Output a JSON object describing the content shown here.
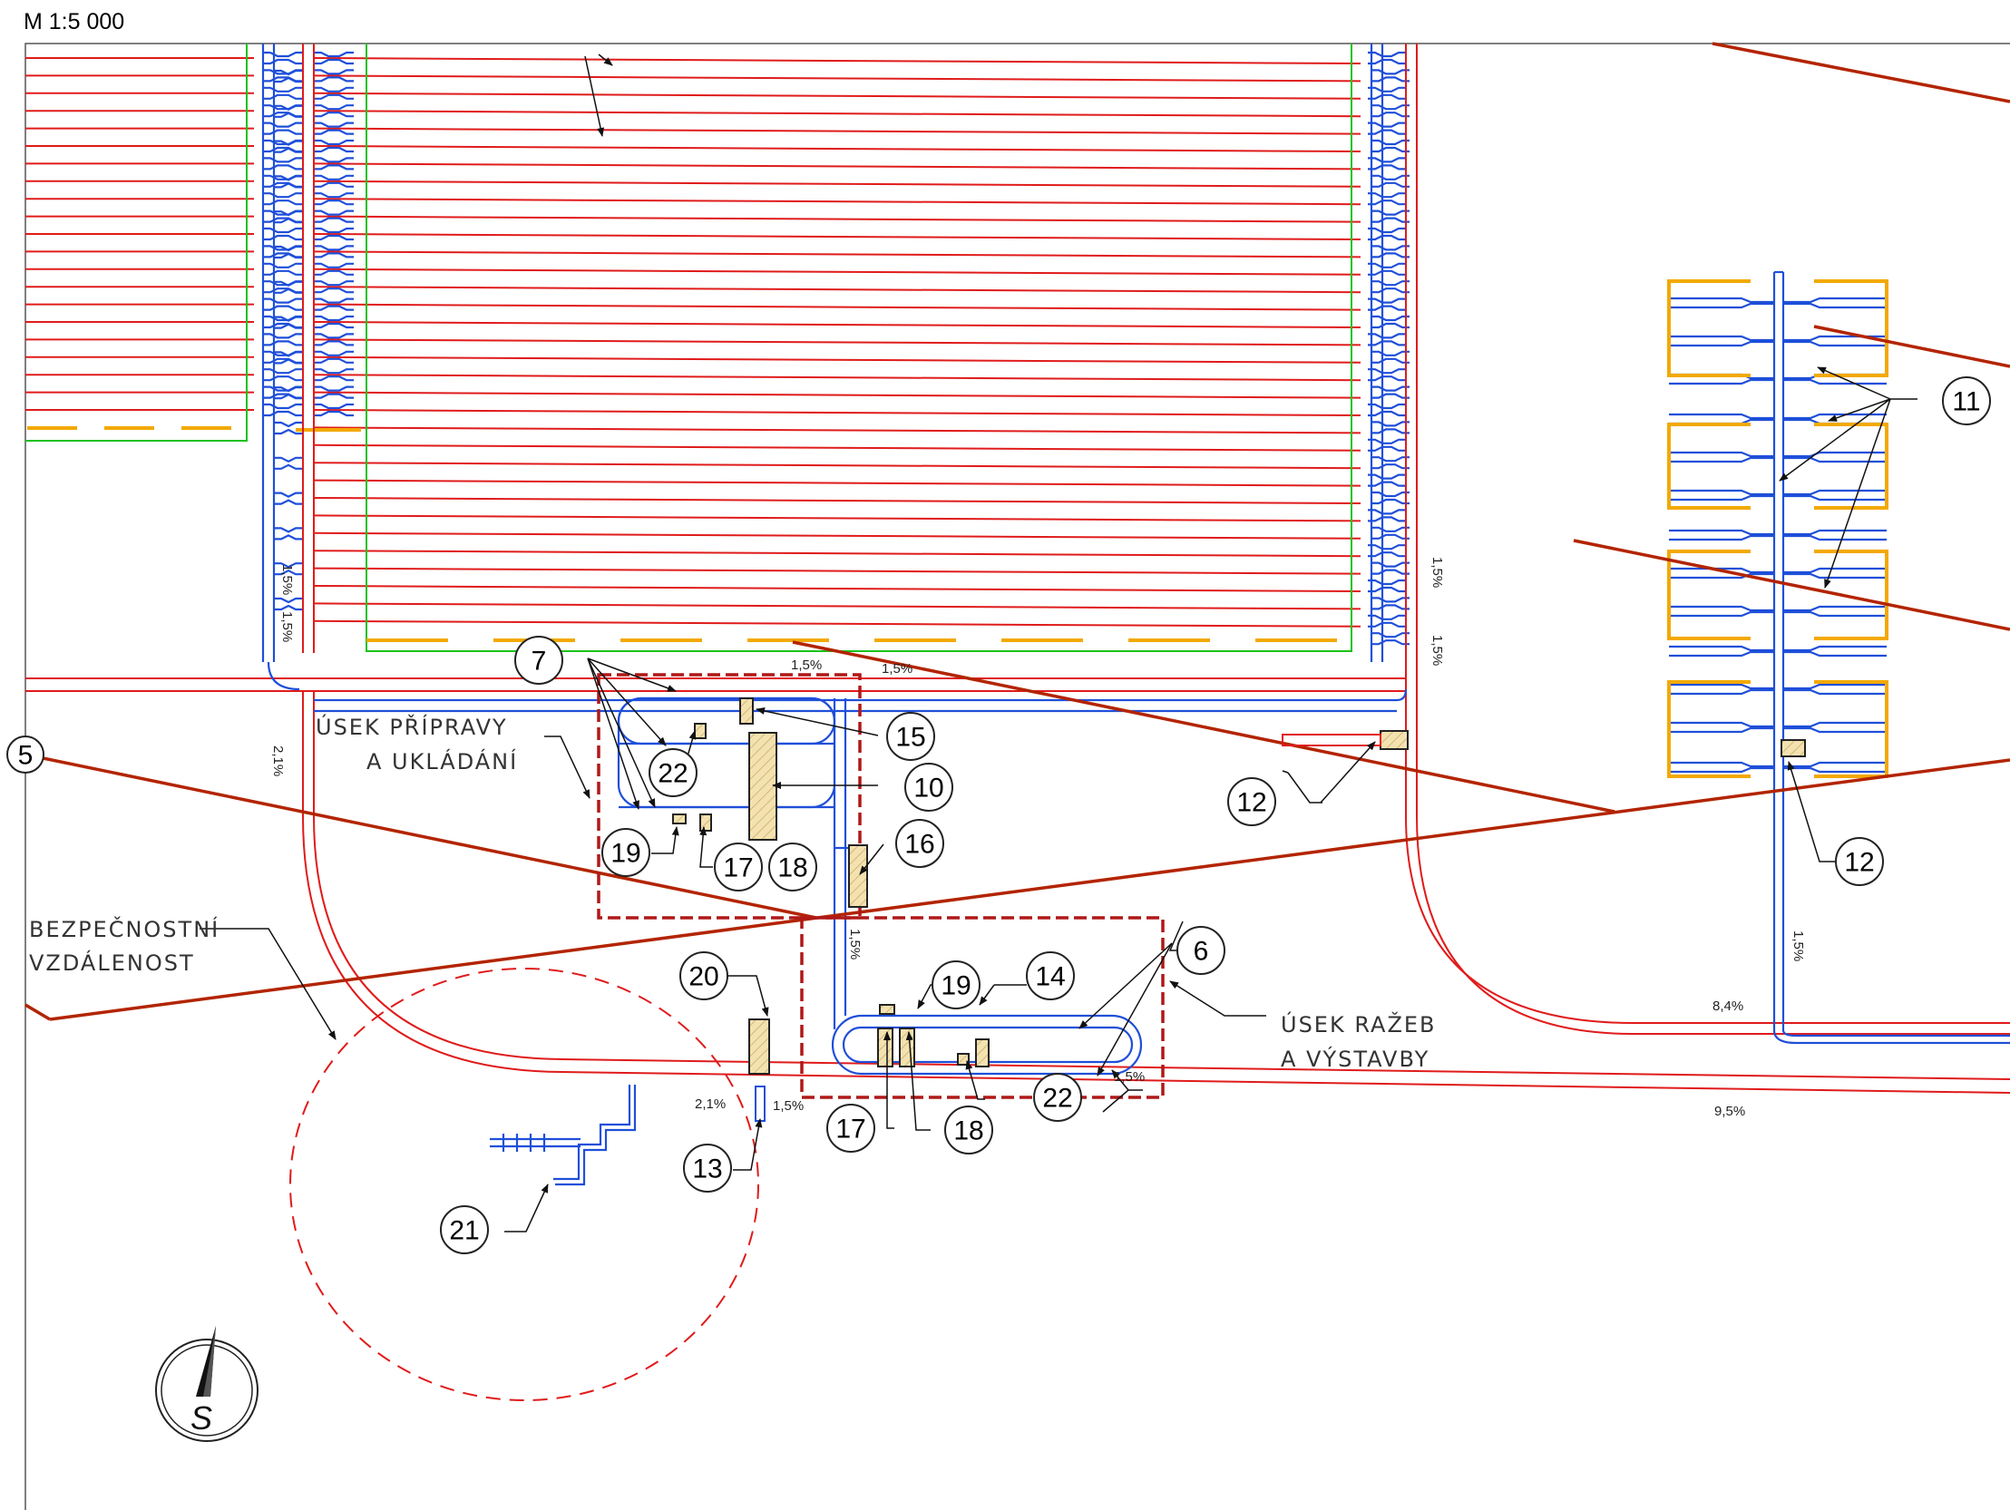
{
  "scale": "M 1:5 000",
  "labels": {
    "prep_line1": "ÚSEK PŘÍPRAVY",
    "prep_line2": "A UKLÁDÁNÍ",
    "safety_line1": "BEZPEČNOSTNÍ",
    "safety_line2": "VZDÁLENOST",
    "exc_line1": "ÚSEK RAŽEB",
    "exc_line2": "A VÝSTAVBY"
  },
  "callouts": {
    "c5": "5",
    "c6": "6",
    "c7": "7",
    "c10": "10",
    "c11": "11",
    "c12a": "12",
    "c12b": "12",
    "c13": "13",
    "c14": "14",
    "c15": "15",
    "c16": "16",
    "c17a": "17",
    "c17b": "17",
    "c18a": "18",
    "c18b": "18",
    "c19a": "19",
    "c19b": "19",
    "c20": "20",
    "c21": "21",
    "c22a": "22",
    "c22b": "22"
  },
  "slopes": {
    "s1": "1,5%",
    "s2": "1,5%",
    "s3": "2,1%",
    "s4": "1,5%",
    "s5": "1,5%",
    "s6": "1,5%",
    "s7": "1,5%",
    "s8": "1,5%",
    "s9": "2,1%",
    "s10": "1,5%",
    "s11": "1,5%",
    "s12": "8,4%",
    "s13": "9,5%",
    "s14": "1,5%"
  },
  "compass": {
    "letter": "S"
  },
  "colors": {
    "tunnel_red": "#e01b1b",
    "tunnel_blue": "#1f4fd9",
    "boundary_green": "#19c219",
    "fault_brown": "#b32400",
    "orange_dash": "#f2a900",
    "zone_darkred": "#b01818"
  }
}
